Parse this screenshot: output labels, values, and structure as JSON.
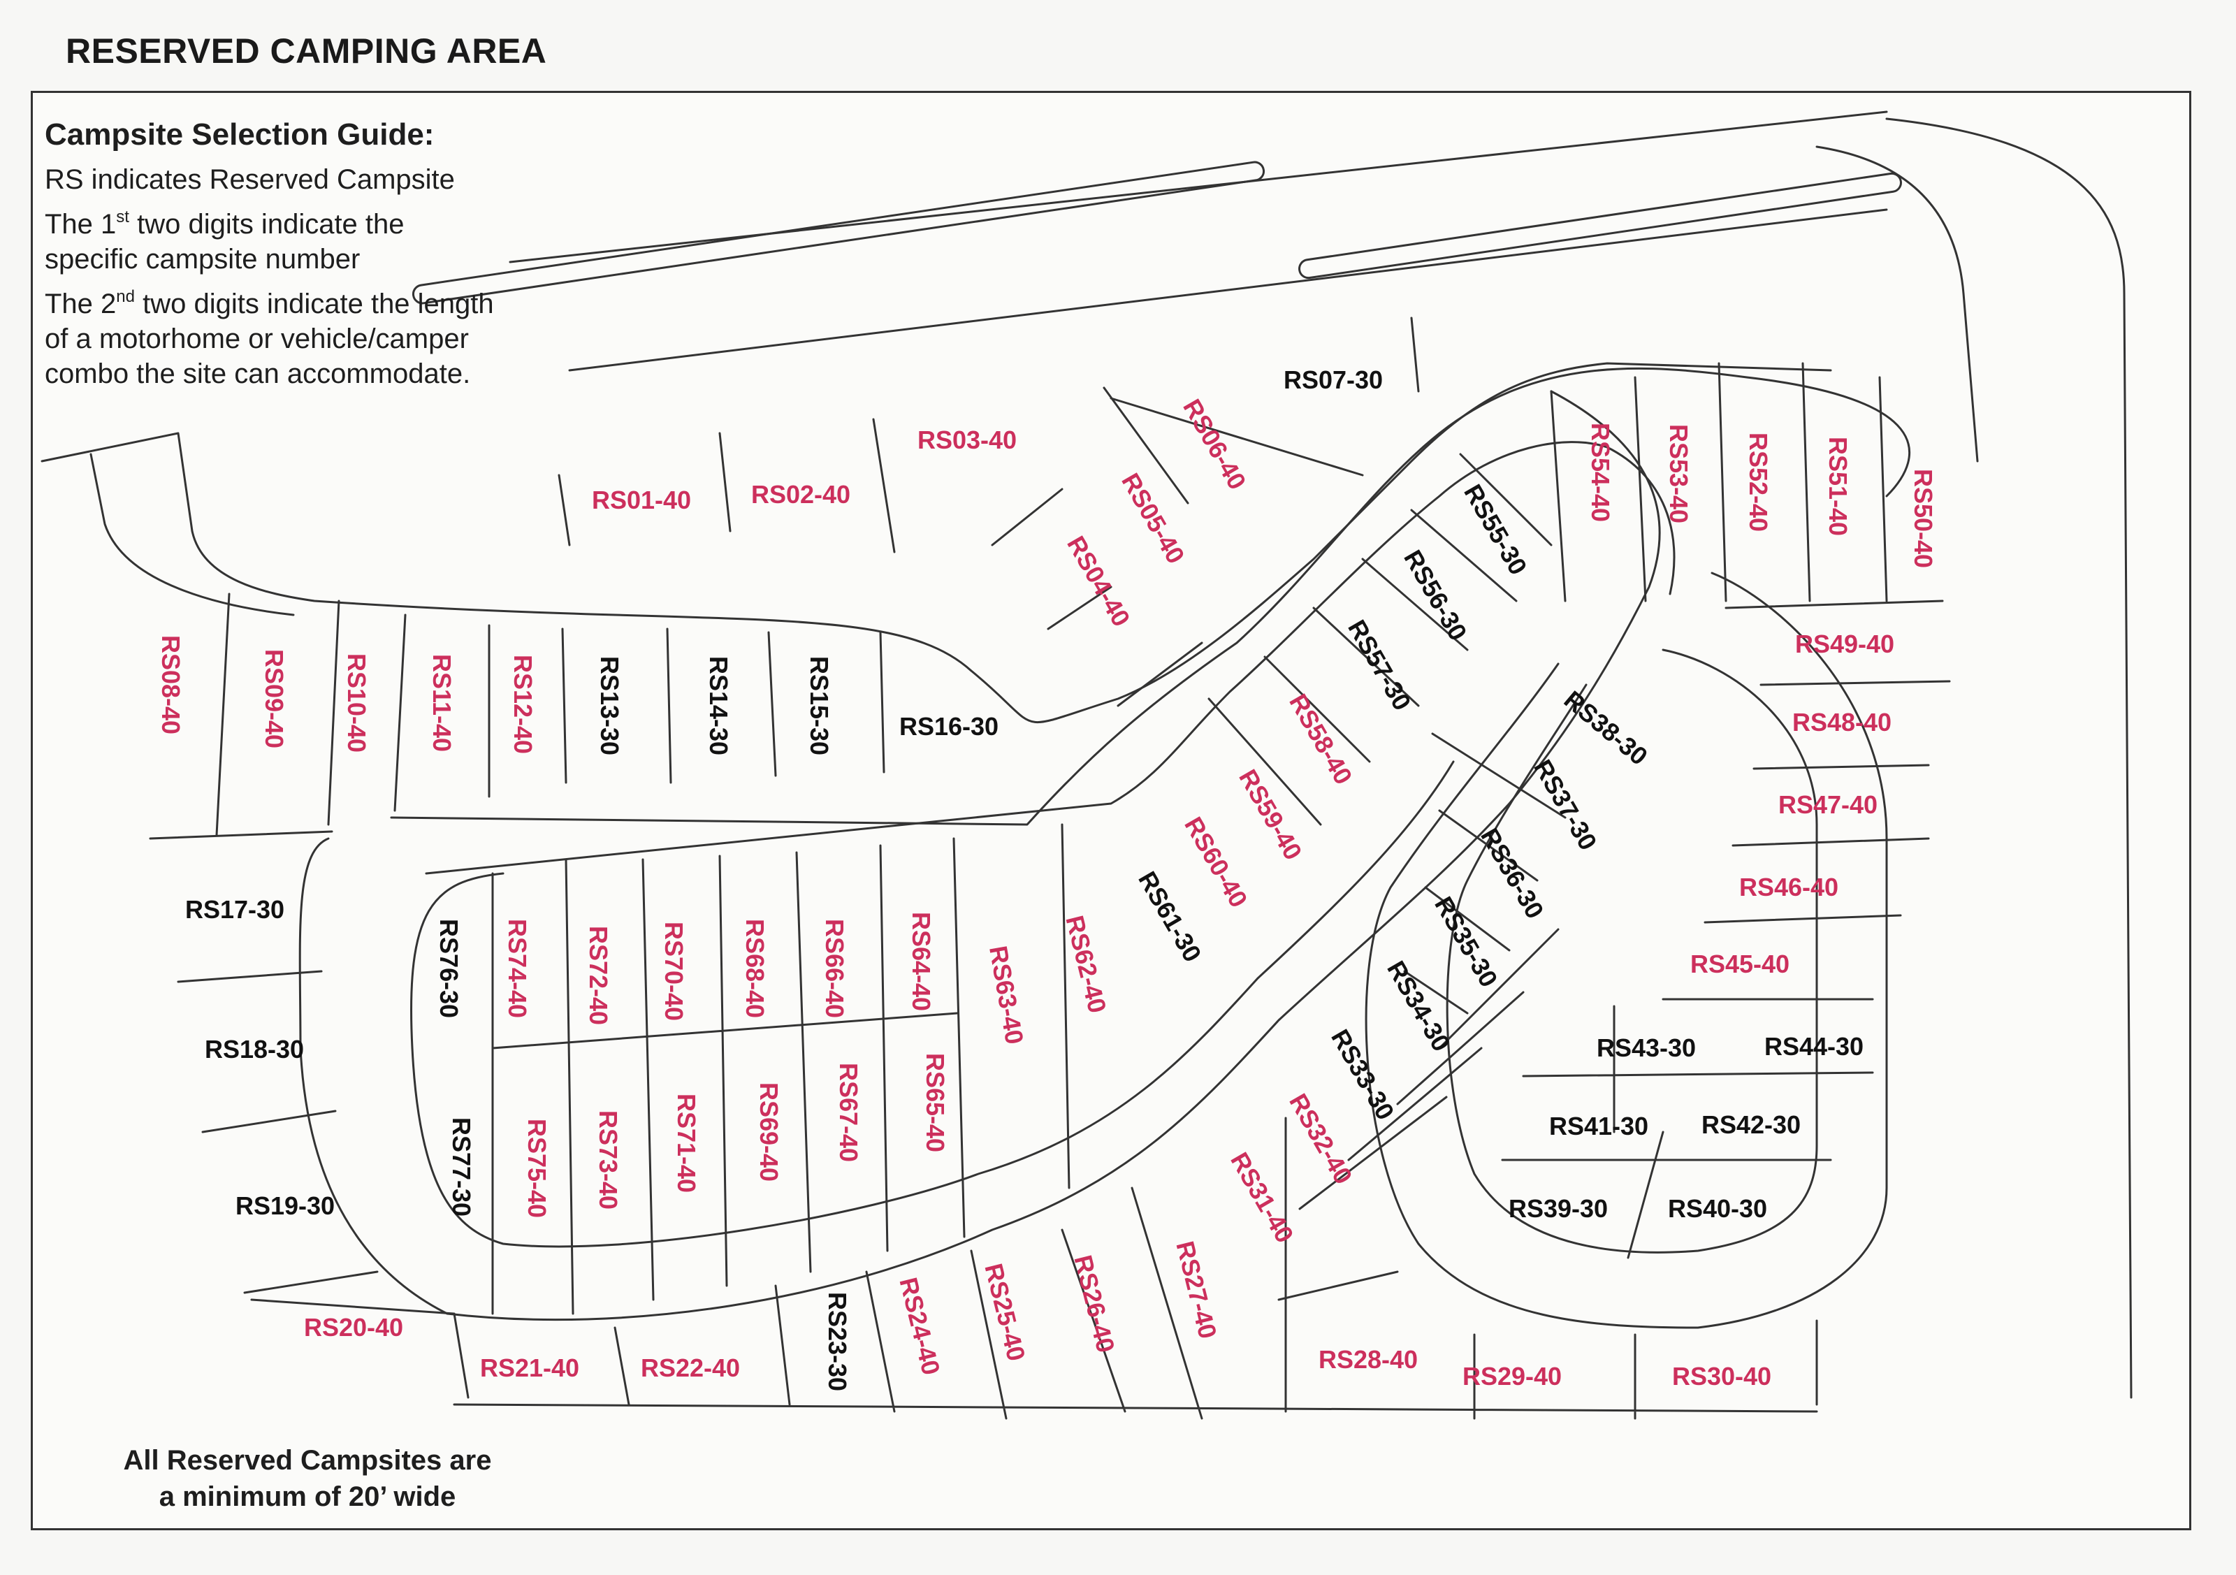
{
  "title": "RESERVED CAMPING AREA",
  "guide": {
    "heading": "Campsite Selection Guide:",
    "line1": "RS indicates Reserved Campsite",
    "line2_pre": "The 1",
    "line2_sup": "st",
    "line2_post": " two digits indicate the",
    "line2_cont": "specific campsite number",
    "line3_pre": "The 2",
    "line3_sup": "nd",
    "line3_post": " two digits indicate the length",
    "line3_cont1": "of a motorhome or vehicle/camper",
    "line3_cont2": "combo the site can accommodate."
  },
  "footnote": {
    "line1": "All Reserved Campsites are",
    "line2": "a minimum of 20’ wide"
  },
  "colors": {
    "site_40": "#cc2f5c",
    "site_30": "#111111",
    "lines": "#333333"
  },
  "sites": [
    "RS01-40",
    "RS02-40",
    "RS03-40",
    "RS04-40",
    "RS05-40",
    "RS06-40",
    "RS07-30",
    "RS08-40",
    "RS09-40",
    "RS10-40",
    "RS11-40",
    "RS12-40",
    "RS13-30",
    "RS14-30",
    "RS15-30",
    "RS16-30",
    "RS17-30",
    "RS18-30",
    "RS19-30",
    "RS20-40",
    "RS21-40",
    "RS22-40",
    "RS23-30",
    "RS24-40",
    "RS25-40",
    "RS26-40",
    "RS27-40",
    "RS28-40",
    "RS29-40",
    "RS30-40",
    "RS31-40",
    "RS32-40",
    "RS33-30",
    "RS34-30",
    "RS35-30",
    "RS36-30",
    "RS37-30",
    "RS38-30",
    "RS39-30",
    "RS40-30",
    "RS41-30",
    "RS42-30",
    "RS43-30",
    "RS44-30",
    "RS45-40",
    "RS46-40",
    "RS47-40",
    "RS48-40",
    "RS49-40",
    "RS50-40",
    "RS51-40",
    "RS52-40",
    "RS53-40",
    "RS54-40",
    "RS55-30",
    "RS56-30",
    "RS57-30",
    "RS58-40",
    "RS59-40",
    "RS60-40",
    "RS61-30",
    "RS62-40",
    "RS63-40",
    "RS64-40",
    "RS65-40",
    "RS66-40",
    "RS67-40",
    "RS68-40",
    "RS69-40",
    "RS70-40",
    "RS71-40",
    "RS72-40",
    "RS73-40",
    "RS74-40",
    "RS75-40",
    "RS76-30",
    "RS77-30"
  ]
}
